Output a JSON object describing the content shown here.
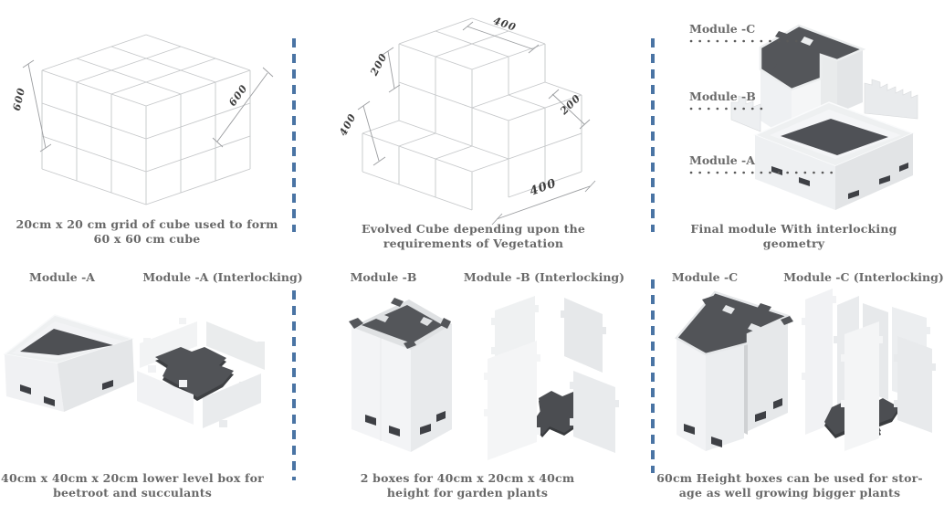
{
  "page": {
    "background": "#ffffff",
    "divider_color": "#4a74a4"
  },
  "palette": {
    "wireframe_line": "#c5c7c9",
    "dimension_line": "#9b9da0",
    "dimension_text": "#3d3d3d",
    "caption_text": "#686868",
    "label_text": "#6b6b6b",
    "body_light": "#f2f3f5",
    "body_mid": "#e8eaec",
    "body_shadow": "#dfe1e3",
    "dark_top": "#54565a",
    "dark_floor": "#4f5156",
    "leader_dot": "#5a5a5a"
  },
  "panels": {
    "grid_cube": {
      "caption": [
        "20cm x 20 cm grid of cube used to form",
        "60 x 60 cm cube"
      ],
      "dim_left": "600",
      "dim_right": "600"
    },
    "evolved_cube": {
      "caption": [
        "Evolved Cube depending upon the",
        "requirements of Vegetation"
      ],
      "dim_top": "400",
      "dim_upper_left": "200",
      "dim_lower_left": "400",
      "dim_right": "200",
      "dim_bottom_right": "400"
    },
    "final_module": {
      "caption": [
        "Final module With interlocking",
        "geometry"
      ],
      "labels": {
        "c": "Module -C",
        "b": "Module -B",
        "a": "Module -A"
      }
    },
    "module_a": {
      "label": "Module -A",
      "label_interlocking": "Module -A (Interlocking)",
      "caption": [
        "40cm x 40cm x 20cm lower level box for",
        "beetroot and succulants"
      ]
    },
    "module_b": {
      "label": "Module -B",
      "label_interlocking": "Module -B (Interlocking)",
      "caption": [
        "2 boxes for 40cm x 20cm x 40cm",
        "height for garden plants"
      ]
    },
    "module_c": {
      "label": "Module -C",
      "label_interlocking": "Module -C (Interlocking)",
      "caption": [
        "60cm Height boxes can be used for stor-",
        "age as well growing bigger plants"
      ]
    }
  }
}
